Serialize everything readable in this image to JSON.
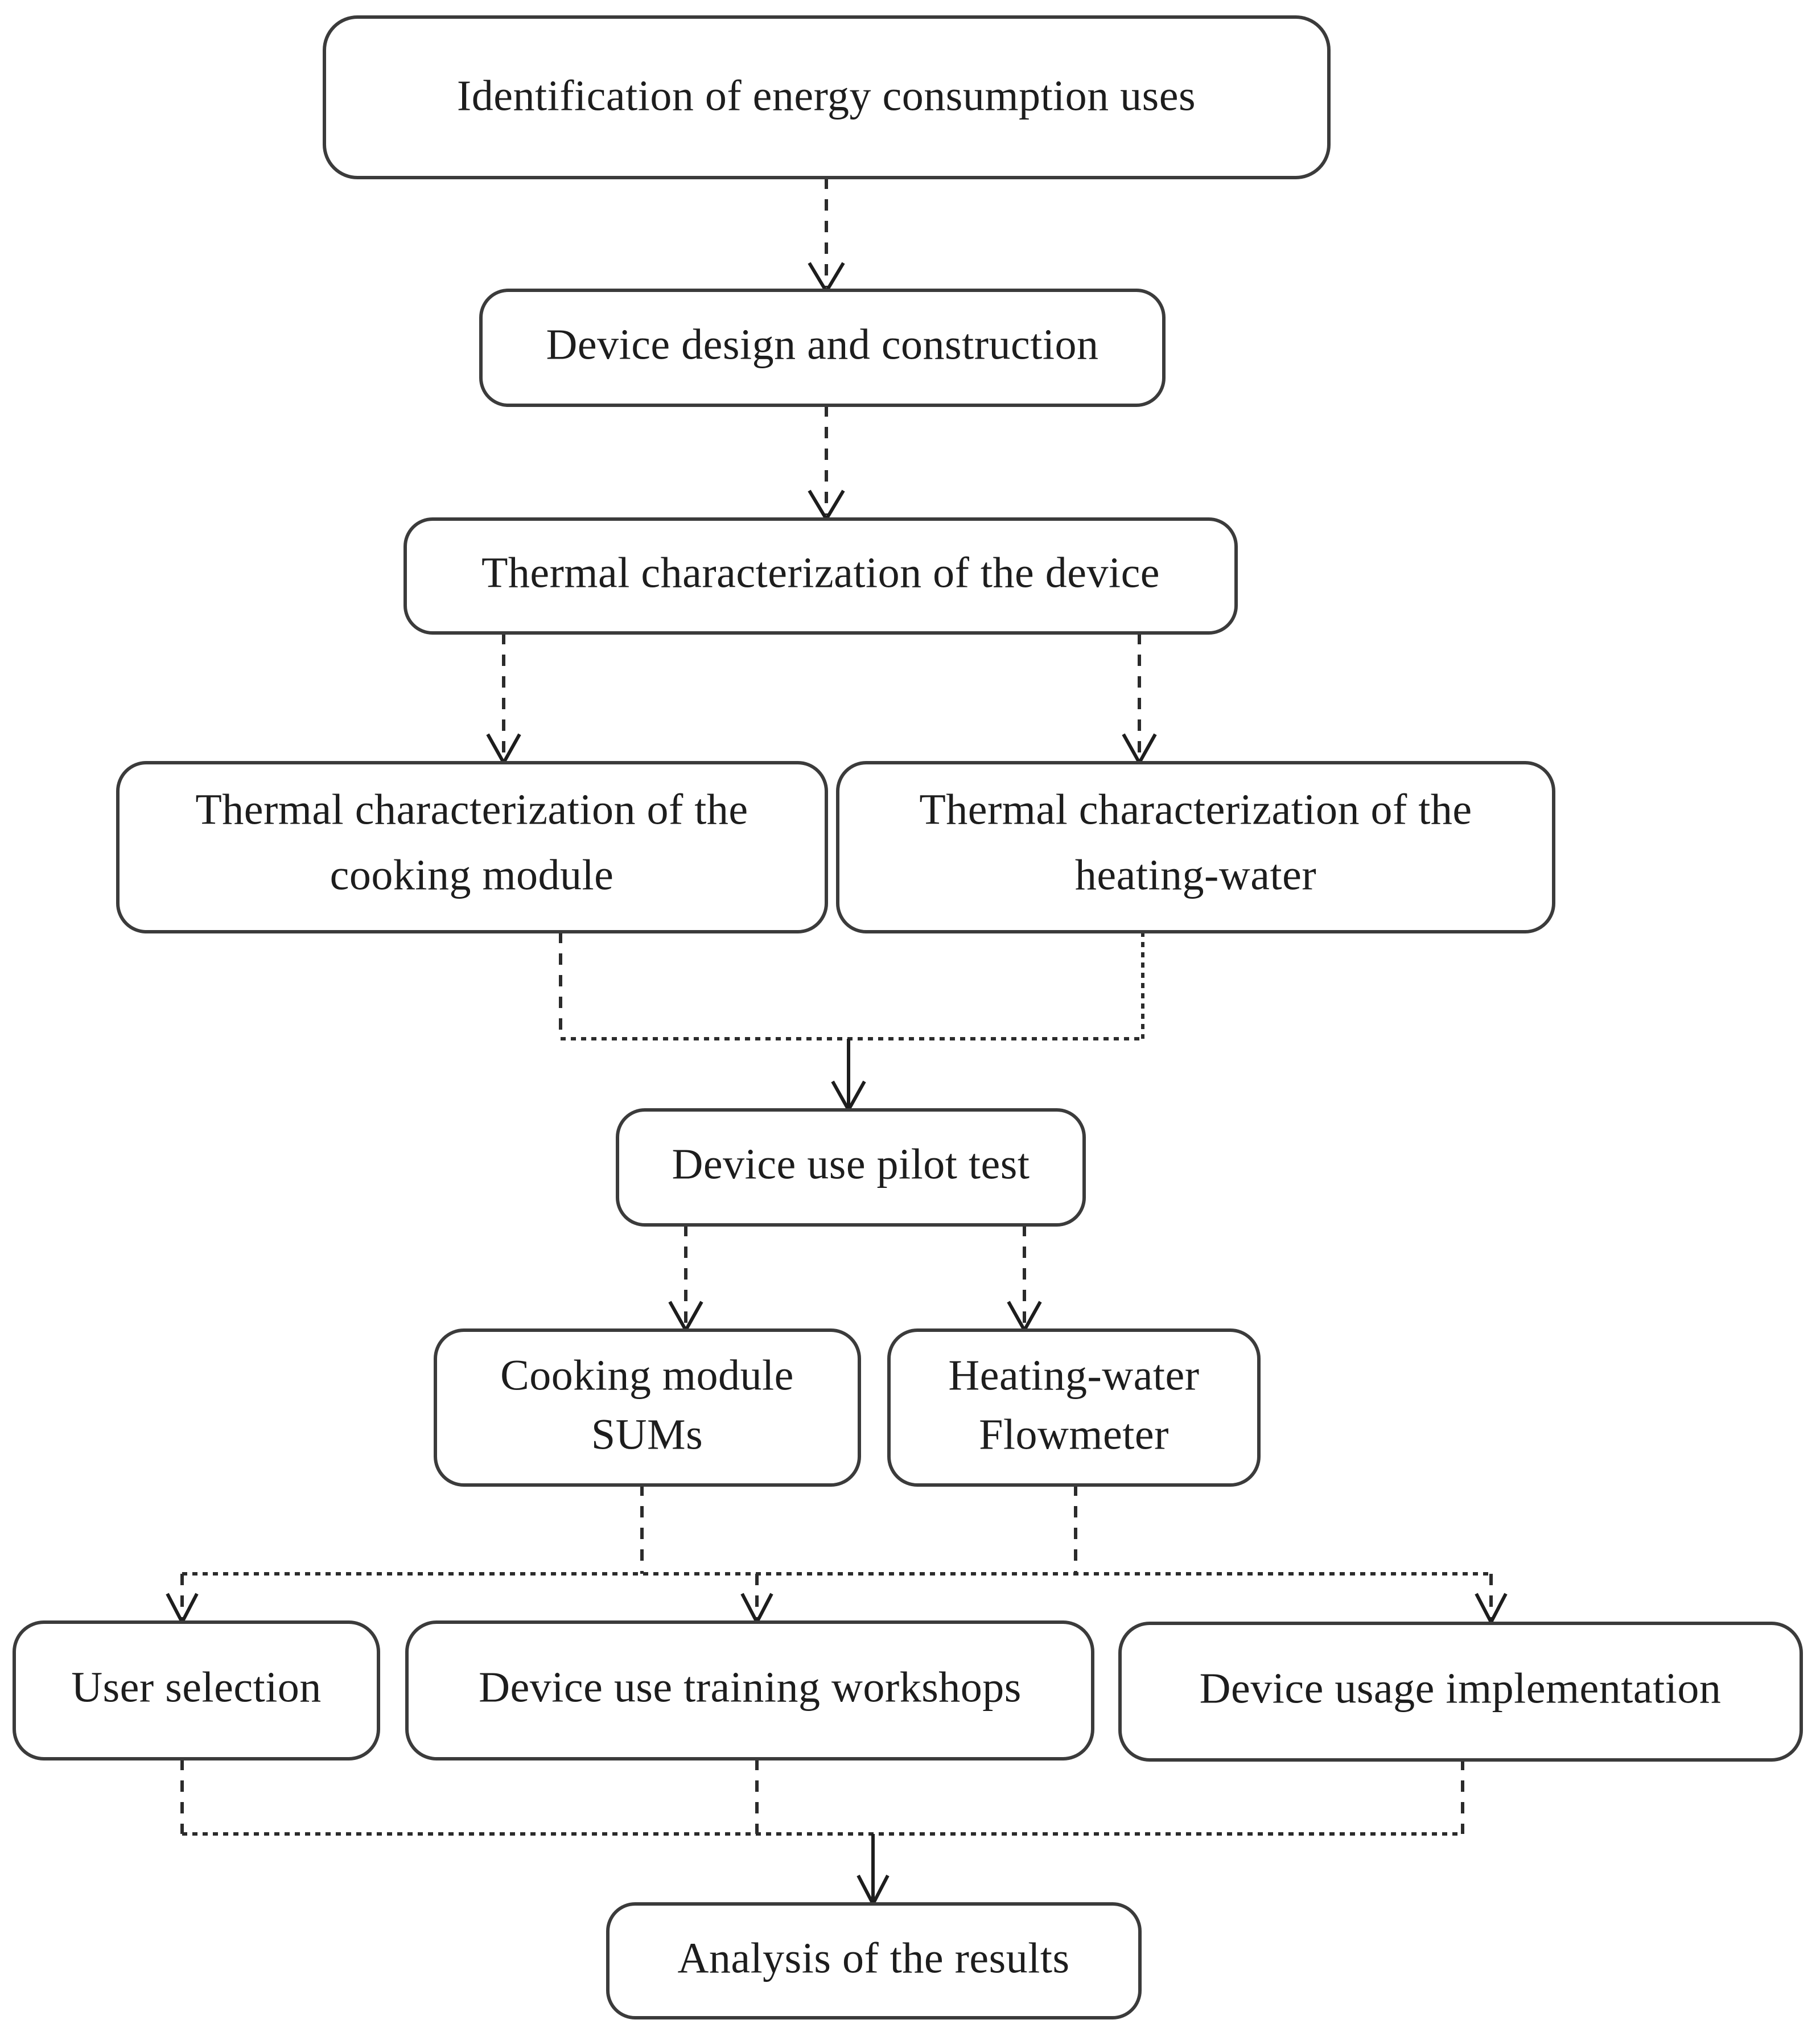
{
  "diagram": {
    "title": "Methodology flowchart",
    "type": "flowchart",
    "background_color": "#ffffff",
    "node_border_color": "#3b3b3b",
    "node_fill_color": "#ffffff",
    "text_color": "#1d1d1d",
    "edge_color": "#2b2b2b"
  },
  "nodes": [
    {
      "id": "n1",
      "label": "Identification of energy consumption uses",
      "lines": [
        "Identification of energy consumption uses"
      ]
    },
    {
      "id": "n2",
      "label": "Device design and construction",
      "lines": [
        "Device design and construction"
      ]
    },
    {
      "id": "n3",
      "label": "Thermal characterization of the device",
      "lines": [
        "Thermal characterization of the device"
      ]
    },
    {
      "id": "n4",
      "label": "Thermal characterization of the cooking module",
      "lines": [
        "Thermal characterization of the",
        "cooking module"
      ]
    },
    {
      "id": "n5",
      "label": "Thermal characterization of the heating-water",
      "lines": [
        "Thermal characterization of the",
        "heating-water"
      ]
    },
    {
      "id": "n6",
      "label": "Device use pilot test",
      "lines": [
        "Device use pilot test"
      ]
    },
    {
      "id": "n7",
      "label": "Cooking module SUMs",
      "lines": [
        "Cooking module",
        "SUMs"
      ]
    },
    {
      "id": "n8",
      "label": "Heating-water Flowmeter",
      "lines": [
        "Heating-water",
        "Flowmeter"
      ]
    },
    {
      "id": "n9",
      "label": "User selection",
      "lines": [
        "User selection"
      ]
    },
    {
      "id": "n10",
      "label": "Device use training workshops",
      "lines": [
        "Device use training workshops"
      ]
    },
    {
      "id": "n11",
      "label": "Device usage implementation",
      "lines": [
        "Device usage implementation"
      ]
    },
    {
      "id": "n12",
      "label": "Analysis of the results",
      "lines": [
        "Analysis of the results"
      ]
    }
  ],
  "edges": [
    {
      "from": "n1",
      "to": "n2",
      "style": "dashed"
    },
    {
      "from": "n2",
      "to": "n3",
      "style": "dashed"
    },
    {
      "from": "n3",
      "to": "n4",
      "style": "dashed"
    },
    {
      "from": "n3",
      "to": "n5",
      "style": "dashed"
    },
    {
      "from": "n4",
      "to": "n6",
      "style": "dashed-merge"
    },
    {
      "from": "n5",
      "to": "n6",
      "style": "dashed-merge"
    },
    {
      "from": "n6",
      "to": "n7",
      "style": "dashed"
    },
    {
      "from": "n6",
      "to": "n8",
      "style": "dashed"
    },
    {
      "from": "n7",
      "to": "n9",
      "style": "dashed-bus"
    },
    {
      "from": "n7",
      "to": "n10",
      "style": "dashed-bus"
    },
    {
      "from": "n7",
      "to": "n11",
      "style": "dashed-bus"
    },
    {
      "from": "n8",
      "to": "n9",
      "style": "dashed-bus"
    },
    {
      "from": "n8",
      "to": "n10",
      "style": "dashed-bus"
    },
    {
      "from": "n8",
      "to": "n11",
      "style": "dashed-bus"
    },
    {
      "from": "n9",
      "to": "n12",
      "style": "dashed-merge"
    },
    {
      "from": "n10",
      "to": "n12",
      "style": "dashed-merge"
    },
    {
      "from": "n11",
      "to": "n12",
      "style": "dashed-merge"
    }
  ]
}
